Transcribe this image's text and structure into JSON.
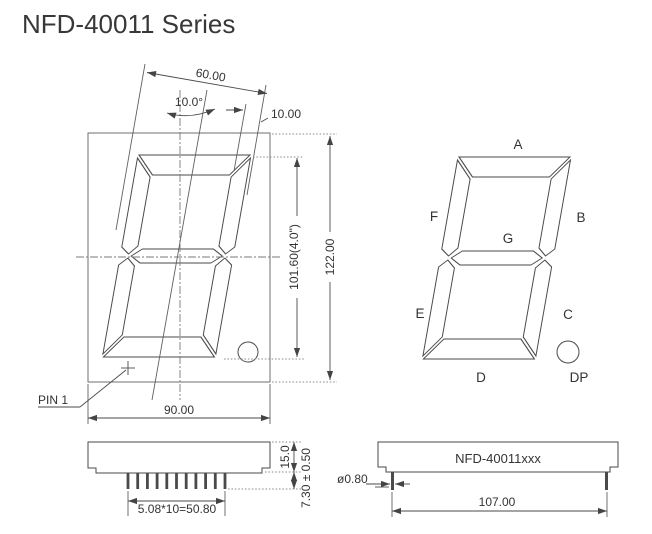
{
  "title": "NFD-40011 Series",
  "colors": {
    "line": "#4a4a4a",
    "text": "#333333",
    "background": "#ffffff"
  },
  "front_view": {
    "dim_digit_width": "60.00",
    "dim_slant_angle": "10.0°",
    "dim_top_offset": "10.00",
    "dim_package_height": "122.00",
    "dim_digit_height": "101.60(4.0\")",
    "dim_package_width": "90.00",
    "pin1_label": "PIN 1"
  },
  "segment_view": {
    "labels": {
      "a": "A",
      "b": "B",
      "c": "C",
      "d": "D",
      "e": "E",
      "f": "F",
      "g": "G",
      "dp": "DP"
    }
  },
  "side_view": {
    "dim_body_thickness": "15.0",
    "dim_pin_length": "7.30 ± 0.50",
    "dim_pin_pitch": "5.08*10=50.80"
  },
  "bottom_view": {
    "part_number": "NFD-40011xxx",
    "dim_pin_diameter": "ø0.80",
    "dim_pin_span": "107.00"
  }
}
